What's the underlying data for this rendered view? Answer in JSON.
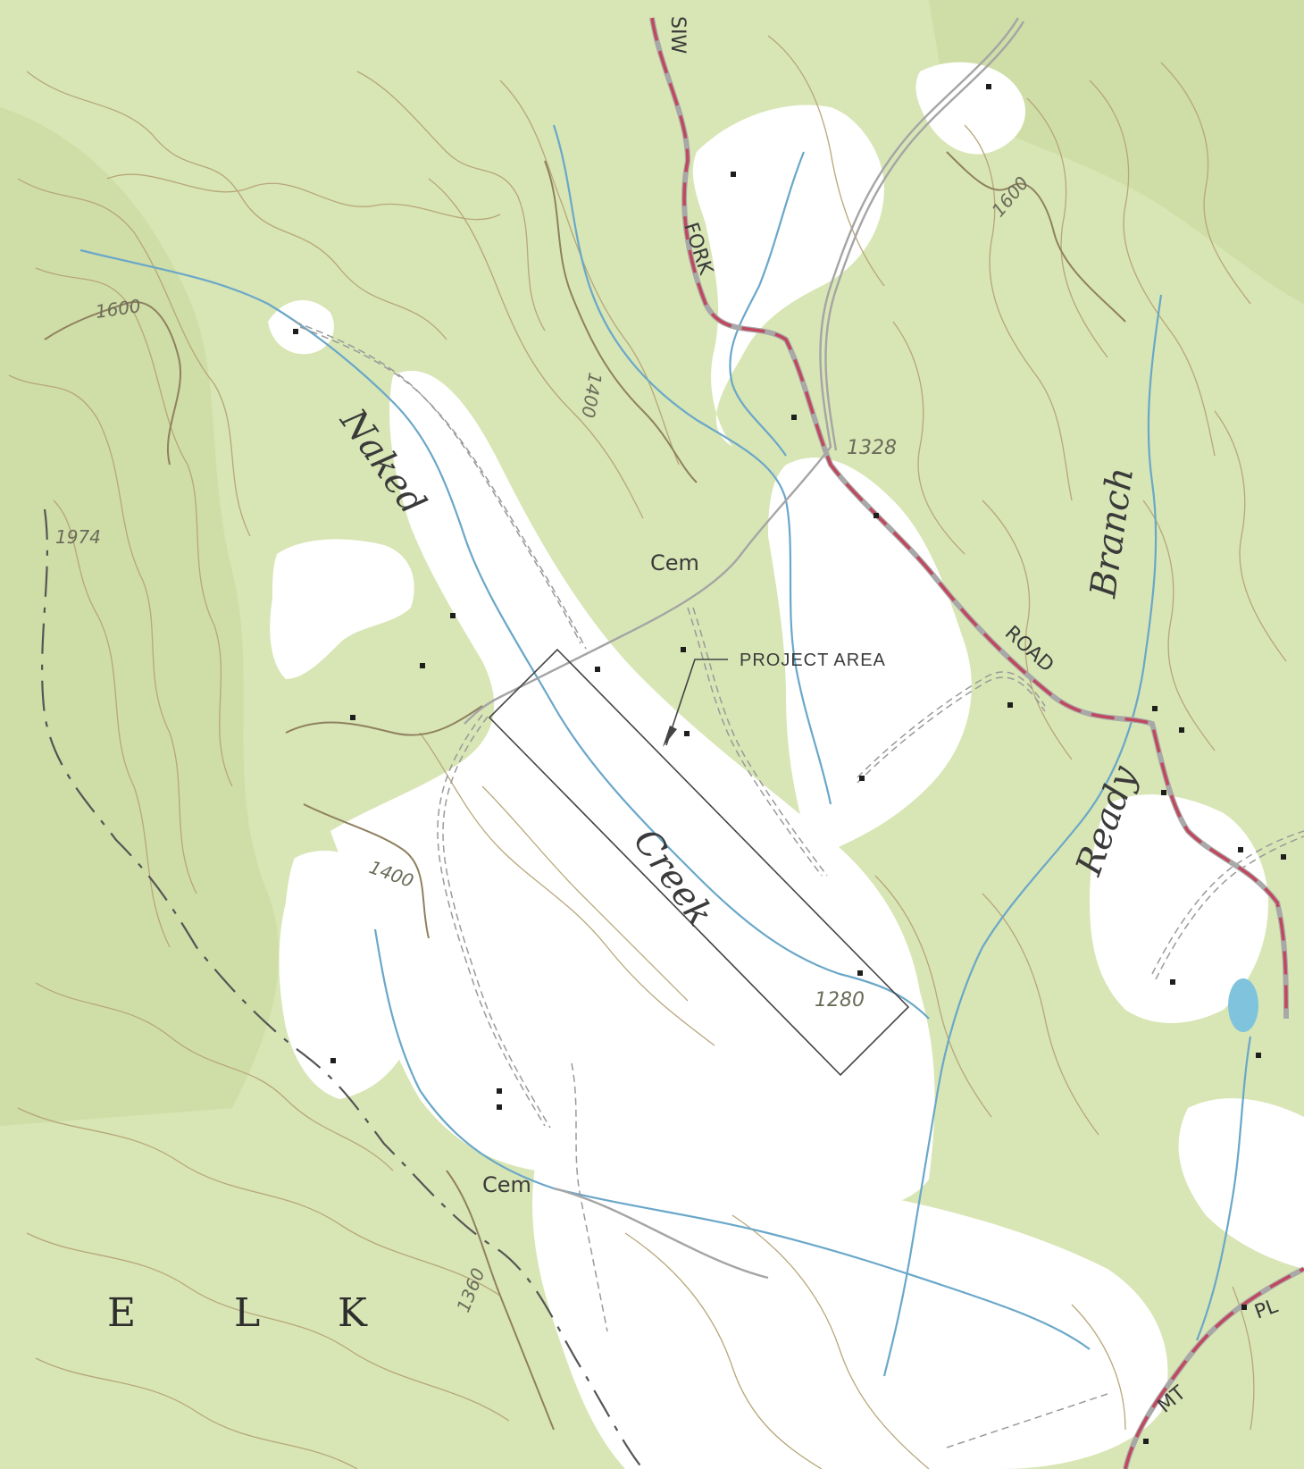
{
  "colors": {
    "woodland": "#d8e5b4",
    "woodland_dark": "#cfdda6",
    "clearing": "#ffffff",
    "stream": "#6aa7c9",
    "contour": "#b7a77a",
    "contour_index": "#8f8160",
    "road_paved": "#c0485e",
    "road_unpaved": "#9a9a9a",
    "pond": "#7fc3dd",
    "boundary": "#555555",
    "project_box": "#444444"
  },
  "labels": {
    "creek_naked": "Naked",
    "creek_creek": "Creek",
    "branch_branch": "Branch",
    "branch_ready": "Ready",
    "road_fork": "FORK",
    "road_road": "ROAD",
    "road_top": "SIW",
    "road_mt": "MT",
    "road_pl": "PL",
    "cem_1": "Cem",
    "cem_2": "Cem",
    "region_e": "E",
    "region_l": "L",
    "region_k": "K",
    "project_area": "PROJECT AREA"
  },
  "elevations": {
    "e1600_left": "1600",
    "e1600_right": "1600",
    "e1400_top": "1400",
    "e1400_mid": "1400",
    "e1328": "1328",
    "e1974": "1974",
    "e1280": "1280",
    "e1360": "1360"
  }
}
